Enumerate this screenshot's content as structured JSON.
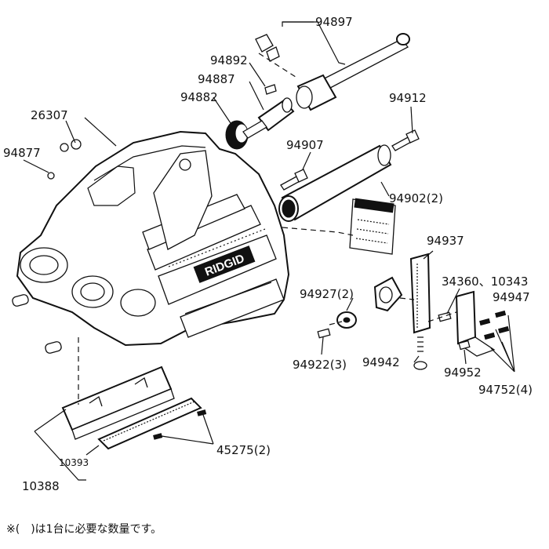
{
  "diagram": {
    "part_labels": {
      "p94897": "94897",
      "p94892": "94892",
      "p94887": "94887",
      "p94882": "94882",
      "p26307": "26307",
      "p94877": "94877",
      "p94912": "94912",
      "p94907": "94907",
      "p94902": "94902(2)",
      "p94937": "94937",
      "p34360": "34360、10343",
      "p94947": "94947",
      "p94927": "94927(2)",
      "p94922": "94922(3)",
      "p94942": "94942",
      "p94952": "94952",
      "p94752": "94752(4)",
      "p45275": "45275(2)",
      "p10393": "10393",
      "p10388": "10388"
    },
    "brand_logo": "RIDGID",
    "footnote": "※(　)は1台に必要な数量です。"
  }
}
